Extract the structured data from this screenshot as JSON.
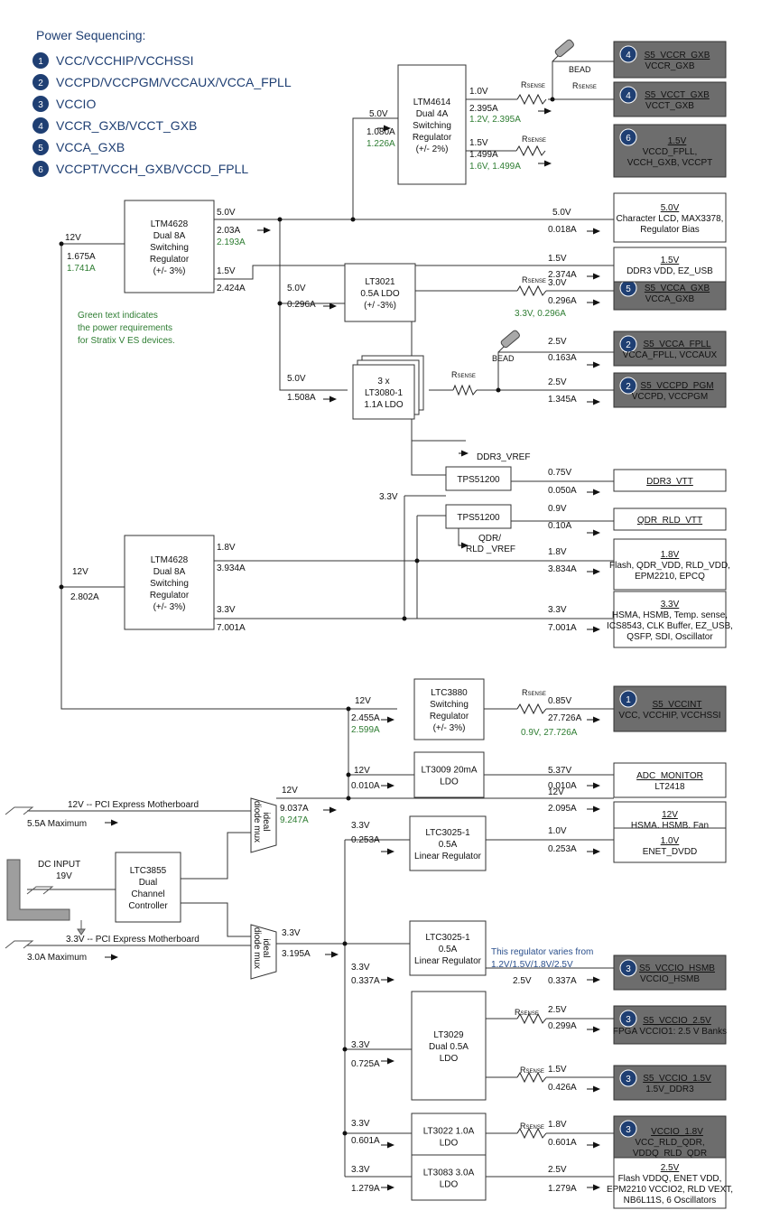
{
  "header": {
    "title": "Power Sequencing:",
    "sequence": [
      {
        "num": "1",
        "label": "VCC/VCCHIP/VCCHSSI"
      },
      {
        "num": "2",
        "label": "VCCPD/VCCPGM/VCCAUX/VCCA_FPLL"
      },
      {
        "num": "3",
        "label": "VCCIO"
      },
      {
        "num": "4",
        "label": "VCCR_GXB/VCCT_GXB"
      },
      {
        "num": "5",
        "label": "VCCA_GXB"
      },
      {
        "num": "6",
        "label": "VCCPT/VCCH_GXB/VCCD_FPLL"
      }
    ]
  },
  "note": [
    "Green text indicates",
    "the power requirements",
    "for Stratix V ES devices."
  ],
  "varies_note": [
    "This regulator varies from",
    "1.2V/1.5V/1.8V/2.5V"
  ],
  "sources": {
    "pcie12": {
      "label": "12V -- PCI Express Motherboard",
      "max": "5.5A Maximum"
    },
    "dcin": {
      "label1": "DC INPUT",
      "label2": "19V"
    },
    "pcie33": {
      "label": "3.3V -- PCI Express Motherboard",
      "max": "3.0A Maximum"
    }
  },
  "common": {
    "bead": "BEAD",
    "rsense": "R",
    "rsense_sub": "SENSE"
  },
  "boxes": [
    {
      "id": "ltm4614",
      "lines": [
        "LTM4614",
        "Dual 4A",
        "Switching",
        "Regulator",
        "(+/- 2%)"
      ]
    },
    {
      "id": "ltm4628a",
      "lines": [
        "LTM4628",
        "Dual 8A",
        "Switching",
        "Regulator",
        "(+/- 3%)"
      ]
    },
    {
      "id": "lt3021",
      "lines": [
        "LT3021",
        "0.5A LDO",
        "(+/ -3%)"
      ]
    },
    {
      "id": "lt3080",
      "lines": [
        "3 x",
        "LT3080-1",
        "1.1A LDO"
      ]
    },
    {
      "id": "tps1",
      "lines": [
        "TPS51200"
      ]
    },
    {
      "id": "tps2",
      "lines": [
        "TPS51200"
      ]
    },
    {
      "id": "ltm4628b",
      "lines": [
        "LTM4628",
        "Dual 8A",
        "Switching",
        "Regulator",
        "(+/- 3%)"
      ]
    },
    {
      "id": "ltc3880",
      "lines": [
        "LTC3880",
        "Switching",
        "Regulator",
        "(+/- 3%)"
      ]
    },
    {
      "id": "lt3009",
      "lines": [
        "LT3009 20mA",
        "LDO"
      ]
    },
    {
      "id": "ltc3855",
      "lines": [
        "LTC3855",
        "Dual",
        "Channel",
        "Controller"
      ]
    },
    {
      "id": "lt3025a",
      "lines": [
        "LTC3025-1",
        "0.5A",
        "Linear Regulator"
      ]
    },
    {
      "id": "lt3025b",
      "lines": [
        "LTC3025-1",
        "0.5A",
        "Linear Regulator"
      ]
    },
    {
      "id": "lt3029",
      "lines": [
        "LT3029",
        "Dual 0.5A",
        "LDO"
      ]
    },
    {
      "id": "lt3022",
      "lines": [
        "LT3022 1.0A",
        "LDO"
      ]
    },
    {
      "id": "lt3083",
      "lines": [
        "LT3083 3.0A",
        "LDO"
      ]
    }
  ],
  "muxes": [
    {
      "id": "mux1",
      "lines": [
        "ideal",
        "diode mux"
      ]
    },
    {
      "id": "mux2",
      "lines": [
        "ideal",
        "diode mux"
      ]
    }
  ],
  "rails": [
    {
      "id": "vccr",
      "badge": "4",
      "title": "S5_VCCR_GXB",
      "lines": [
        "VCCR_GXB"
      ],
      "dark": true
    },
    {
      "id": "vcct",
      "badge": "4",
      "title": "S5_VCCT_GXB",
      "lines": [
        "VCCT_GXB"
      ],
      "dark": true
    },
    {
      "id": "vccd",
      "badge": "6",
      "title": "1.5V",
      "lines": [
        "VCCD_FPLL,",
        "VCCH_GXB, VCCPT"
      ],
      "dark": true
    },
    {
      "id": "lcd",
      "badge": "",
      "title": "5.0V",
      "lines": [
        "Character LCD, MAX3378,",
        "Regulator Bias"
      ],
      "dark": false
    },
    {
      "id": "vcca_gxb",
      "badge": "5",
      "title": "S5_VCCA_GXB",
      "lines": [
        "VCCA_GXB"
      ],
      "dark": true
    },
    {
      "id": "vcca_fpll",
      "badge": "2",
      "title": "S5_VCCA_FPLL",
      "lines": [
        "VCCA_FPLL, VCCAUX"
      ],
      "dark": true
    },
    {
      "id": "vccpd",
      "badge": "2",
      "title": "S5_VCCPD_PGM",
      "lines": [
        "VCCPD, VCCPGM"
      ],
      "dark": true
    },
    {
      "id": "ddr3vdd",
      "badge": "",
      "title": "1.5V",
      "lines": [
        "DDR3 VDD, EZ_USB"
      ],
      "dark": false
    },
    {
      "id": "ddr3vtt",
      "badge": "",
      "title": "DDR3_VTT",
      "lines": [],
      "dark": false
    },
    {
      "id": "qdrvtt",
      "badge": "",
      "title": "QDR_RLD_VTT",
      "lines": [],
      "dark": false
    },
    {
      "id": "flash18",
      "badge": "",
      "title": "1.8V",
      "lines": [
        "Flash, QDR_VDD, RLD_VDD,",
        "EPM2210, EPCQ"
      ],
      "dark": false
    },
    {
      "id": "hsma33",
      "badge": "",
      "title": "3.3V",
      "lines": [
        "HSMA, HSMB, Temp. sense,",
        "ICS8543, CLK Buffer, EZ_USB,",
        "QSFP, SDI, Oscillator"
      ],
      "dark": false
    },
    {
      "id": "vccint",
      "badge": "1",
      "title": "S5_VCCINT",
      "lines": [
        "VCC, VCCHIP, VCCHSSI"
      ],
      "dark": true
    },
    {
      "id": "adc",
      "badge": "",
      "title": "ADC_MONITOR",
      "lines": [
        "LT2418"
      ],
      "dark": false
    },
    {
      "id": "hsma12",
      "badge": "",
      "title": "12V",
      "lines": [
        "HSMA, HSMB, Fan"
      ],
      "dark": false
    },
    {
      "id": "enet",
      "badge": "",
      "title": "1.0V",
      "lines": [
        "ENET_DVDD"
      ],
      "dark": false
    },
    {
      "id": "vccio_hsmb",
      "badge": "3",
      "title": "S5_VCCIO_HSMB",
      "lines": [
        "VCCIO_HSMB"
      ],
      "dark": true
    },
    {
      "id": "vccio25",
      "badge": "3",
      "title": "S5_VCCIO_2.5V",
      "lines": [
        "FPGA VCCIO1: 2.5 V Banks"
      ],
      "dark": true
    },
    {
      "id": "vccio15",
      "badge": "3",
      "title": "S5_VCCIO_1.5V",
      "lines": [
        "1.5V_DDR3"
      ],
      "dark": true
    },
    {
      "id": "vccio18",
      "badge": "3",
      "title": "VCCIO_1.8V",
      "lines": [
        "VCC_RLD_QDR,",
        "VDDQ_RLD_QDR"
      ],
      "dark": true
    },
    {
      "id": "flash25",
      "badge": "",
      "title": "2.5V",
      "lines": [
        "Flash VDDQ, ENET VDD,",
        "EPM2210 VCCIO2, RLD VEXT,",
        "NB6L11S, 6 Oscillators"
      ],
      "dark": false
    }
  ],
  "labels": [
    {
      "id": "l1",
      "text": "12V",
      "c": "k"
    },
    {
      "id": "l2",
      "text": "1.675A",
      "c": "k"
    },
    {
      "id": "l3",
      "text": "1.741A",
      "c": "g"
    },
    {
      "id": "l4",
      "text": "5.0V",
      "c": "k"
    },
    {
      "id": "l5",
      "text": "2.03A",
      "c": "k"
    },
    {
      "id": "l6",
      "text": "2.193A",
      "c": "g"
    },
    {
      "id": "l7",
      "text": "1.5V",
      "c": "k"
    },
    {
      "id": "l8",
      "text": "2.424A",
      "c": "k"
    },
    {
      "id": "l9",
      "text": "5.0V",
      "c": "k"
    },
    {
      "id": "l10",
      "text": "1.080A",
      "c": "k"
    },
    {
      "id": "l11",
      "text": "1.226A",
      "c": "g"
    },
    {
      "id": "l12",
      "text": "1.0V",
      "c": "k"
    },
    {
      "id": "l13",
      "text": "2.395A",
      "c": "k"
    },
    {
      "id": "l14",
      "text": "1.2V, 2.395A",
      "c": "g"
    },
    {
      "id": "l15",
      "text": "1.5V",
      "c": "k"
    },
    {
      "id": "l16",
      "text": "1.499A",
      "c": "k"
    },
    {
      "id": "l17",
      "text": "1.6V, 1.499A",
      "c": "g"
    },
    {
      "id": "l18",
      "text": "5.0V",
      "c": "k"
    },
    {
      "id": "l19",
      "text": "0.018A",
      "c": "k"
    },
    {
      "id": "l20",
      "text": "5.0V",
      "c": "k"
    },
    {
      "id": "l21",
      "text": "0.296A",
      "c": "k"
    },
    {
      "id": "l22",
      "text": "3.0V",
      "c": "k"
    },
    {
      "id": "l23",
      "text": "0.296A",
      "c": "k"
    },
    {
      "id": "l24",
      "text": "3.3V, 0.296A",
      "c": "g"
    },
    {
      "id": "l25",
      "text": "5.0V",
      "c": "k"
    },
    {
      "id": "l26",
      "text": "1.508A",
      "c": "k"
    },
    {
      "id": "l27",
      "text": "2.5V",
      "c": "k"
    },
    {
      "id": "l28",
      "text": "0.163A",
      "c": "k"
    },
    {
      "id": "l29",
      "text": "2.5V",
      "c": "k"
    },
    {
      "id": "l30",
      "text": "1.345A",
      "c": "k"
    },
    {
      "id": "l31",
      "text": "1.5V",
      "c": "k"
    },
    {
      "id": "l32",
      "text": "2.374A",
      "c": "k"
    },
    {
      "id": "l33",
      "text": "DDR3_VREF",
      "c": "k"
    },
    {
      "id": "l34",
      "text": "0.75V",
      "c": "k"
    },
    {
      "id": "l35",
      "text": "0.050A",
      "c": "k"
    },
    {
      "id": "l36",
      "text": "3.3V",
      "c": "k"
    },
    {
      "id": "l37",
      "text": "0.9V",
      "c": "k"
    },
    {
      "id": "l38",
      "text": "0.10A",
      "c": "k"
    },
    {
      "id": "l39",
      "text": "QDR/",
      "c": "k"
    },
    {
      "id": "l40",
      "text": "RLD _VREF",
      "c": "k"
    },
    {
      "id": "l41",
      "text": "1.8V",
      "c": "k"
    },
    {
      "id": "l42",
      "text": "3.934A",
      "c": "k"
    },
    {
      "id": "l43",
      "text": "1.8V",
      "c": "k"
    },
    {
      "id": "l44",
      "text": "3.834A",
      "c": "k"
    },
    {
      "id": "l45",
      "text": "12V",
      "c": "k"
    },
    {
      "id": "l46",
      "text": "2.802A",
      "c": "k"
    },
    {
      "id": "l47",
      "text": "3.3V",
      "c": "k"
    },
    {
      "id": "l48",
      "text": "7.001A",
      "c": "k"
    },
    {
      "id": "l49",
      "text": "3.3V",
      "c": "k"
    },
    {
      "id": "l50",
      "text": "7.001A",
      "c": "k"
    },
    {
      "id": "l51",
      "text": "12V",
      "c": "k"
    },
    {
      "id": "l52",
      "text": "2.455A",
      "c": "k"
    },
    {
      "id": "l53",
      "text": "2.599A",
      "c": "g"
    },
    {
      "id": "l54",
      "text": "0.85V",
      "c": "k"
    },
    {
      "id": "l55",
      "text": "27.726A",
      "c": "k"
    },
    {
      "id": "l56",
      "text": "0.9V, 27.726A",
      "c": "g"
    },
    {
      "id": "l57",
      "text": "12V",
      "c": "k"
    },
    {
      "id": "l58",
      "text": "0.010A",
      "c": "k"
    },
    {
      "id": "l59",
      "text": "5.37V",
      "c": "k"
    },
    {
      "id": "l60",
      "text": "0.010A",
      "c": "k"
    },
    {
      "id": "l61",
      "text": "12V",
      "c": "k"
    },
    {
      "id": "l62",
      "text": "9.037A",
      "c": "k"
    },
    {
      "id": "l63",
      "text": "9.247A",
      "c": "g"
    },
    {
      "id": "l64",
      "text": "12V",
      "c": "k"
    },
    {
      "id": "l65",
      "text": "2.095A",
      "c": "k"
    },
    {
      "id": "l66",
      "text": "3.3V",
      "c": "k"
    },
    {
      "id": "l67",
      "text": "0.253A",
      "c": "k"
    },
    {
      "id": "l68",
      "text": "1.0V",
      "c": "k"
    },
    {
      "id": "l69",
      "text": "0.253A",
      "c": "k"
    },
    {
      "id": "l70",
      "text": "3.3V",
      "c": "k"
    },
    {
      "id": "l71",
      "text": "3.195A",
      "c": "k"
    },
    {
      "id": "l72",
      "text": "3.3V",
      "c": "k"
    },
    {
      "id": "l73",
      "text": "0.337A",
      "c": "k"
    },
    {
      "id": "l74",
      "text": "2.5V",
      "c": "k"
    },
    {
      "id": "l75",
      "text": "0.337A",
      "c": "k"
    },
    {
      "id": "l76",
      "text": "2.5V",
      "c": "k"
    },
    {
      "id": "l77",
      "text": "0.299A",
      "c": "k"
    },
    {
      "id": "l78",
      "text": "3.3V",
      "c": "k"
    },
    {
      "id": "l79",
      "text": "0.725A",
      "c": "k"
    },
    {
      "id": "l80",
      "text": "1.5V",
      "c": "k"
    },
    {
      "id": "l81",
      "text": "0.426A",
      "c": "k"
    },
    {
      "id": "l82",
      "text": "3.3V",
      "c": "k"
    },
    {
      "id": "l83",
      "text": "0.601A",
      "c": "k"
    },
    {
      "id": "l84",
      "text": "1.8V",
      "c": "k"
    },
    {
      "id": "l85",
      "text": "0.601A",
      "c": "k"
    },
    {
      "id": "l86",
      "text": "3.3V",
      "c": "k"
    },
    {
      "id": "l87",
      "text": "1.279A",
      "c": "k"
    },
    {
      "id": "l88",
      "text": "2.5V",
      "c": "k"
    },
    {
      "id": "l89",
      "text": "1.279A",
      "c": "k"
    }
  ],
  "colors": {
    "navy": "#1f3f73",
    "green": "#2e7d32",
    "dark_box": "#6d6d6d",
    "line": "#333333"
  }
}
